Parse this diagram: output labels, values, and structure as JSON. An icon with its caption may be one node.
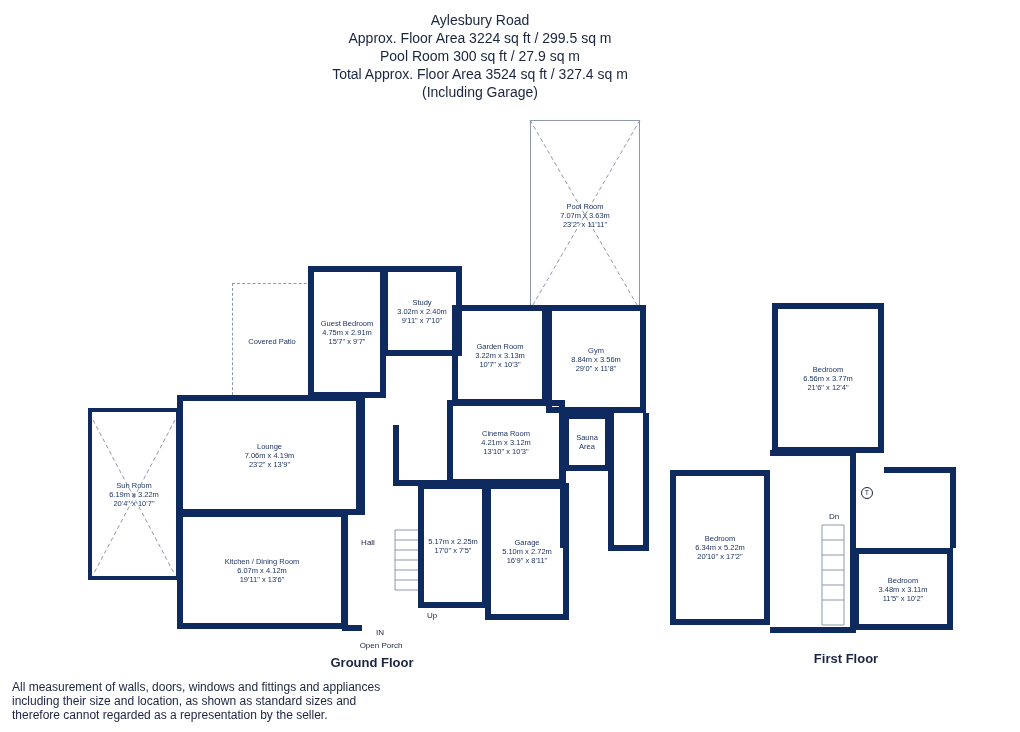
{
  "diagram": {
    "title": "Aylesbury Road",
    "nodes": [
      {
        "text": [
          "Covered Patio"
        ]
      },
      {
        "text": [
          "Guest Bedroom",
          "4.75m x 2.91m",
          "15'7\" x 9'7\""
        ]
      },
      {
        "text": [
          "Study",
          "3.02m x 2.40m",
          "9'11\" x 7'10\""
        ]
      },
      {
        "text": [
          "Pool Room",
          "7.07m x 3.63m",
          "23'2\" x 11'11\""
        ]
      },
      {
        "text": [
          "Garden Room",
          "3.22m x 3.13m",
          "10'7\" x 10'3\""
        ]
      },
      {
        "text": [
          "Gym",
          "8.84m x 3.56m",
          "29'0\" x 11'8\""
        ]
      },
      {
        "text": [
          "Sun Room",
          "6.19m x 3.22m",
          "20'4\" x 10'7\""
        ]
      },
      {
        "text": [
          "Lounge",
          "7.06m x 4.19m",
          "23'2\" x 13'9\""
        ]
      },
      {
        "text": [
          "Cinema Room",
          "4.21m x 3.12m",
          "13'10\" x 10'3\""
        ]
      },
      {
        "text": [
          "Sauna Area"
        ]
      },
      {
        "text": [
          "Kitchen / Dining Room",
          "6.07m x 4.12m",
          "19'11\" x 13'6\""
        ]
      },
      {
        "text": [
          "5.17m x 2.25m",
          "17'0\" x 7'5\""
        ]
      },
      {
        "text": [
          "Garage",
          "5.10m x 2.72m",
          "16'9\" x 8'11\""
        ]
      },
      {
        "text": [
          "Bedroom",
          "6.56m x 3.77m",
          "21'6\" x 12'4\""
        ]
      },
      {
        "text": [
          "Bedroom",
          "6.34m x 5.22m",
          "20'10\" x 17'2\""
        ]
      },
      {
        "text": [
          "Bedroom",
          "3.48m x 3.11m",
          "11'5\" x 10'2\""
        ]
      }
    ],
    "labels": [
      "Approx. Floor Area 3224 sq ft / 299.5 sq m",
      "Pool Room 300 sq ft / 27.9 sq m",
      "Total Approx. Floor Area 3524 sq ft / 327.4 sq m",
      "(Including Garage)",
      "Hall",
      "Up",
      "IN",
      "Open Porch",
      "Ground Floor",
      "Dn",
      "T",
      "First Floor",
      "All measurement of walls, doors, windows and fittings and appliances including their size and location, as shown as standard sizes and therefore cannot regarded as a representation by the seller."
    ]
  }
}
